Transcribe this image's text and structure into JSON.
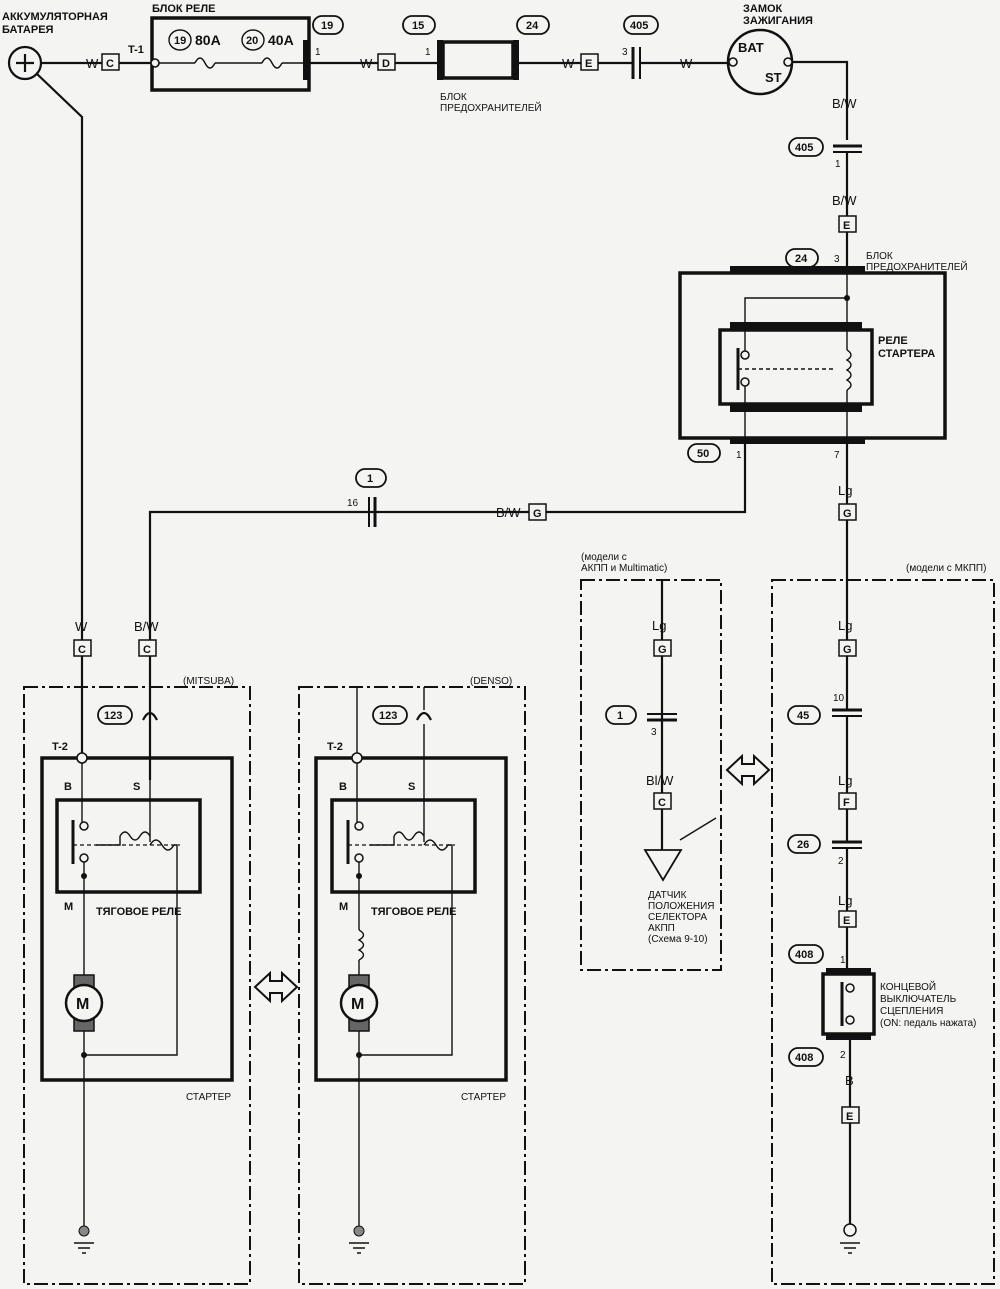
{
  "labels": {
    "battery": [
      "АККУМУЛЯТОРНАЯ",
      "БАТАРЕЯ"
    ],
    "relay_block": "БЛОК РЕЛЕ",
    "fuse_80": "80A",
    "fuse_40": "40A",
    "fuse_box": [
      "БЛОК",
      "ПРЕДОХРАНИТЕЛЕЙ"
    ],
    "ignition": [
      "ЗАМОК",
      "ЗАЖИГАНИЯ"
    ],
    "bat": "BAT",
    "st": "ST",
    "fuse_box_2": [
      "БЛОК",
      "ПРЕДОХРАНИТЕЛЕЙ"
    ],
    "starter_relay": [
      "РЕЛЕ",
      "СТАРТЕРА"
    ],
    "mitsuba": "(MITSUBA)",
    "denso": "(DENSO)",
    "solenoid": "ТЯГОВОЕ РЕЛЕ",
    "starter": "СТАРТЕР",
    "motor": "M",
    "at_models": [
      "(модели с",
      "АКПП и Multimatic)"
    ],
    "mt_models": "(модели с МКПП)",
    "at_sensor": [
      "ДАТЧИК",
      "ПОЛОЖЕНИЯ",
      "СЕЛЕКТОРА",
      "АКПП",
      "(Схема 9-10)"
    ],
    "clutch_switch": [
      "КОНЦЕВОЙ",
      "ВЫКЛЮЧАТЕЛЬ",
      "СЦЕПЛЕНИЯ",
      "(ON: педаль нажата)"
    ],
    "t1": "T-1",
    "t2": "T-2",
    "b": "B",
    "s": "S",
    "m": "M"
  },
  "badges": {
    "r19": "19",
    "r20": "20",
    "c19": "19",
    "c15": "15",
    "c24": "24",
    "c405": "405",
    "c405b": "405",
    "c24b": "24",
    "c50": "50",
    "c1": "1",
    "c123a": "123",
    "c123b": "123",
    "c1b": "1",
    "c45": "45",
    "c26": "26",
    "c408a": "408",
    "c408b": "408"
  },
  "wires": {
    "w": "W",
    "bw": "B/W",
    "lg": "Lg",
    "blw": "Bl/W",
    "b": "B"
  },
  "connectors": {
    "C": "C",
    "D": "D",
    "E": "E",
    "G": "G",
    "F": "F"
  },
  "pins": {
    "p1": "1",
    "p3": "3",
    "p7": "7",
    "p16": "16",
    "p10": "10",
    "p2": "2"
  }
}
